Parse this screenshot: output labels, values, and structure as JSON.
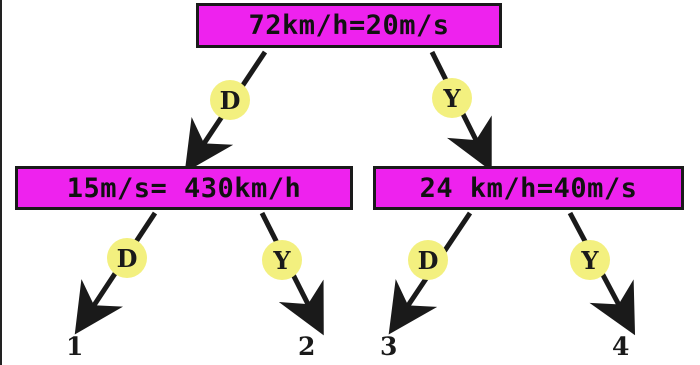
{
  "colors": {
    "box_fill": "#ee22ee",
    "badge_fill": "#f3f07f",
    "ink": "#1a1a1a"
  },
  "root": {
    "label": "72km/h=20m/s"
  },
  "branches": {
    "left": {
      "choice": "D",
      "label": "15m/s= 430km/h",
      "sub": {
        "d_choice": "D",
        "y_choice": "Y",
        "d_leaf": "1",
        "y_leaf": "2"
      }
    },
    "right": {
      "choice": "Y",
      "label": "24 km/h=40m/s",
      "sub": {
        "d_choice": "D",
        "y_choice": "Y",
        "d_leaf": "3",
        "y_leaf": "4"
      }
    }
  }
}
